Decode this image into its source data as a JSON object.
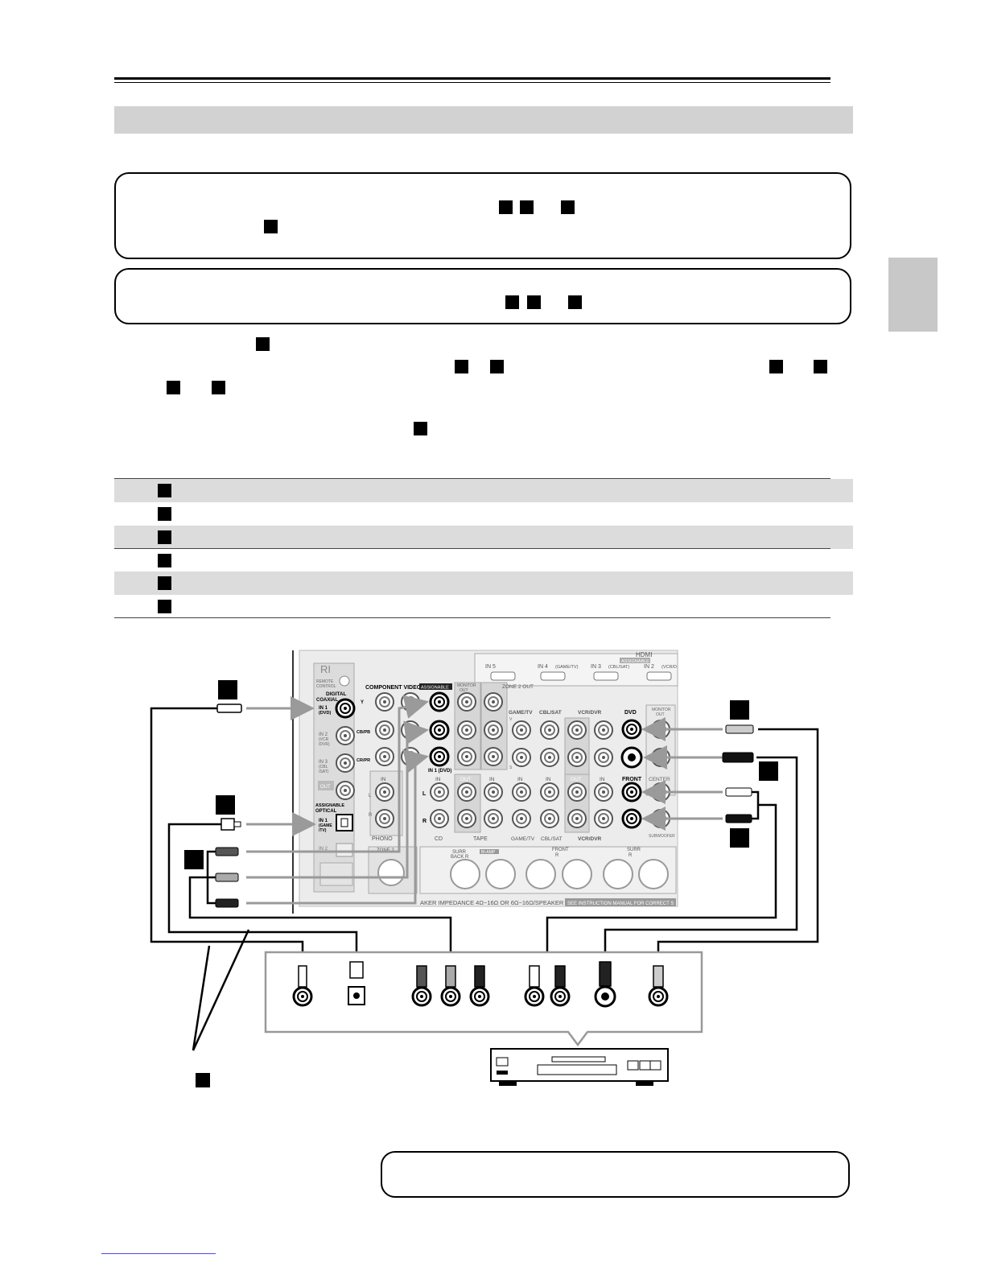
{
  "diagram": {
    "receiver": {
      "hdmi_title": "HDMI",
      "hdmi_assignable": "ASSIGNABLE",
      "hdmi_inputs": [
        "IN 5",
        "IN 4",
        "(GAME/TV)",
        "IN 3",
        "(CBL/SAT)",
        "IN 2",
        "(VCR/D"
      ],
      "ri_label": "RI",
      "remote_control": [
        "REMOTE",
        "CONTROL"
      ],
      "digital_coaxial": [
        "DIGITAL",
        "COAXIAL"
      ],
      "coax_in1": [
        "IN 1",
        "(DVD)"
      ],
      "coax_in2": [
        "IN 2",
        "(VCR",
        "/DVR)"
      ],
      "coax_in3": [
        "IN 3",
        "(CBL",
        "/SAT)"
      ],
      "out_label": "OUT",
      "assignable_label": "ASSIGNABLE",
      "optical_label": "OPTICAL",
      "optical_in1": [
        "IN 1",
        "(GAME",
        "/TV)"
      ],
      "optical_in2": "IN 2",
      "component_video": "COMPONENT VIDEO",
      "component_assignable": "ASSIGNABLE",
      "component_rows": [
        "Y",
        "CB/PB",
        "CR/PR"
      ],
      "component_in1": "IN 1 (DVD)",
      "monitor_out": [
        "MONITOR",
        "OUT"
      ],
      "zone2_out": "ZONE 2 OUT",
      "sources": [
        "GAME/TV",
        "CBL/SAT",
        "VCR/DVR",
        "DVD"
      ],
      "video_row_labels": [
        "V",
        "S"
      ],
      "audio_labels": [
        "IN",
        "IN",
        "OUT",
        "IN",
        "IN",
        "IN",
        "OUT",
        "IN"
      ],
      "lr_labels": [
        "L",
        "R"
      ],
      "phono": "PHONO",
      "cd": "CD",
      "tape": "TAPE",
      "bottom_sources": [
        "GAME/TV",
        "CBL/SAT",
        "VCR/DVR"
      ],
      "front_label": "FRONT",
      "center_label": "CENTER",
      "subwoofer_label": "SUBWOOFER",
      "zone2_label": "ZONE 2",
      "surr_back": [
        "SURR",
        "BACK R"
      ],
      "bi_amp": "BI-AMP",
      "front_r": [
        "FRONT",
        "R"
      ],
      "surr_r": [
        "SURR",
        "R"
      ],
      "speaker_impedance": "AKER IMPEDANCE  4Ω~16Ω OR 6Ω~16Ω/SPEAKER",
      "instruction_note": "SEE INSTRUCTION MANUAL FOR CORRECT S"
    }
  }
}
